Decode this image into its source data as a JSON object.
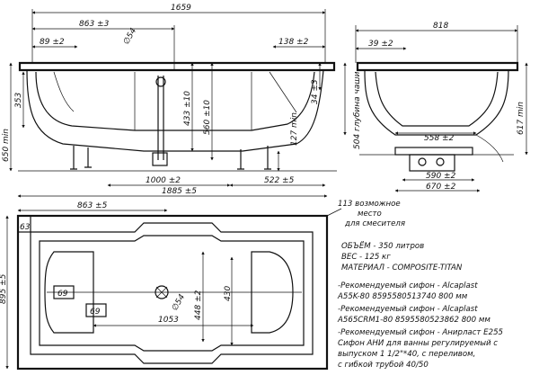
{
  "front_view": {
    "dims": {
      "overall_length": "1659",
      "length_863": "863 ±3",
      "offset_89": "89 ±2",
      "dia_54": "∅54",
      "h_433": "433 ±10",
      "h_560": "560 ±10",
      "width_138": "138 ±2",
      "h_353": "353",
      "h_650": "650 min",
      "h_34": "34 ±3",
      "h_127": "127 min",
      "len_1000": "1000 ±2",
      "len_522": "522 ±5"
    }
  },
  "side_view": {
    "dims": {
      "width_818": "818",
      "offset_39": "39 ±2",
      "depth_504": "504 глубина чаши",
      "h_617": "617 min",
      "w_558": "558 ±2",
      "w_590": "590 ±2",
      "w_670": "670 ±2"
    }
  },
  "top_view": {
    "dims": {
      "length_1885": "1885 ±5",
      "length_863": "863 ±5",
      "width_895": "895 ±5",
      "margin_63": "63",
      "r_69_left": "69",
      "r_69_inner": "69",
      "dia_54": "∅54",
      "h_448": "448 ±2",
      "h_430": "430",
      "len_1053": "1053"
    },
    "mixer_note": [
      "113 возможное",
      "место",
      "для смесителя"
    ]
  },
  "specs": {
    "volume": "ОБЪЁМ - 350 литров",
    "weight": "ВЕС - 125 кг",
    "material": "МАТЕРИАЛ - COMPOSITE-TITAN"
  },
  "recommendations": [
    "-Рекомендуемый сифон - Alcaplast",
    "A55K-80 8595580513740 800 мм",
    "-Рекомендуемый сифон - Alcaplast",
    "A565CRM1-80 8595580523862 800 мм",
    "-Рекомендуемый сифон - Аниpласт E255",
    "Сифон АНИ для ванны регулируемый с",
    "выпуском 1 1/2\"*40, с переливом,",
    "с гибкой трубой 40/50"
  ]
}
